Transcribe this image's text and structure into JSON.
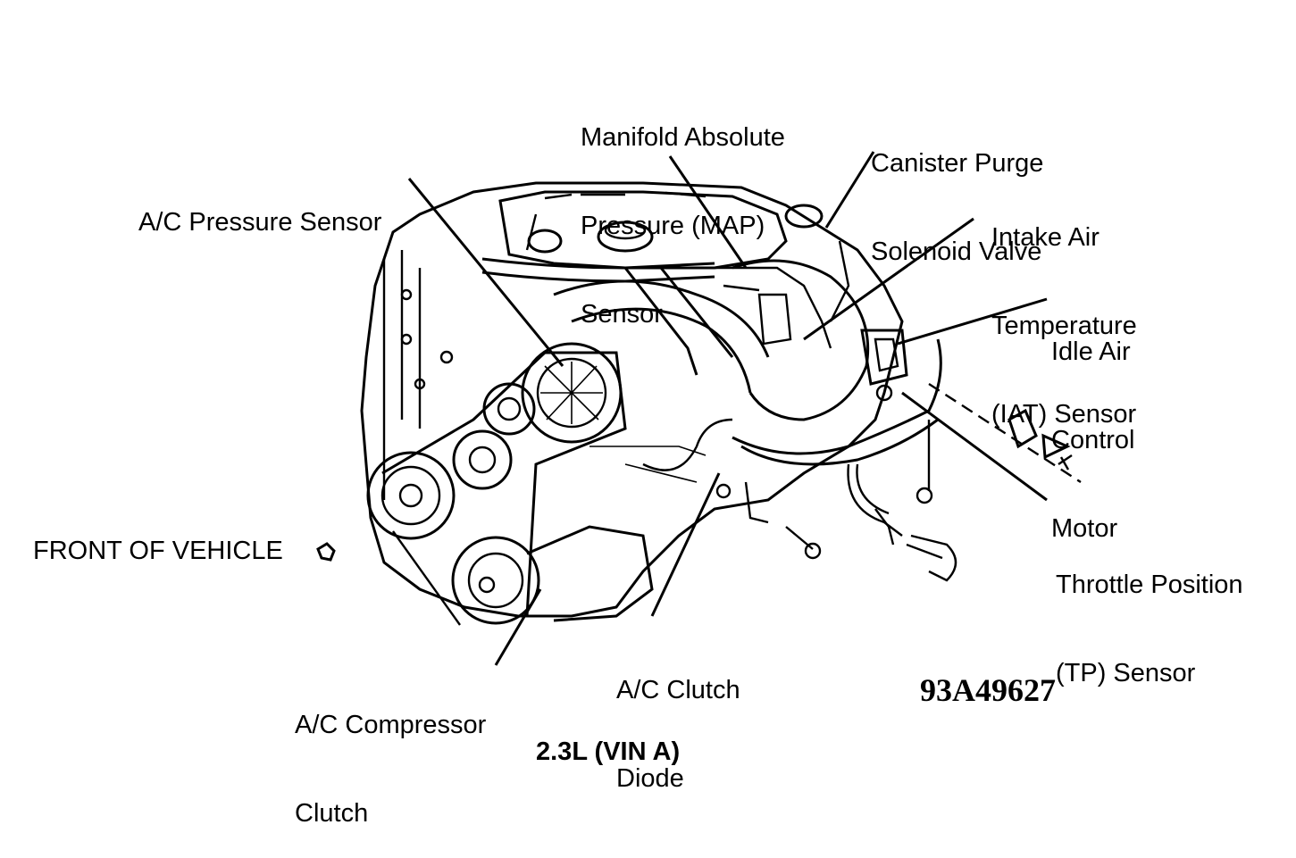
{
  "labels": {
    "map_sensor": [
      "Manifold Absolute",
      "Pressure (MAP)",
      "Sensor"
    ],
    "canister_purge": [
      "Canister Purge",
      "Solenoid Valve"
    ],
    "ac_pressure": [
      "A/C Pressure Sensor"
    ],
    "iat_sensor": [
      "Intake Air",
      "Temperature",
      "(IAT) Sensor"
    ],
    "idle_air": [
      "Idle Air",
      "Control",
      "Motor"
    ],
    "tp_sensor": [
      "Throttle Position",
      "(TP) Sensor"
    ],
    "front_of_vehicle": "FRONT OF VEHICLE",
    "ac_compressor": [
      "A/C Compressor",
      "Clutch"
    ],
    "ac_diode": [
      "A/C Clutch",
      "Diode"
    ]
  },
  "figure_code": "93A49627",
  "engine_title": "2.3L (VIN A)"
}
